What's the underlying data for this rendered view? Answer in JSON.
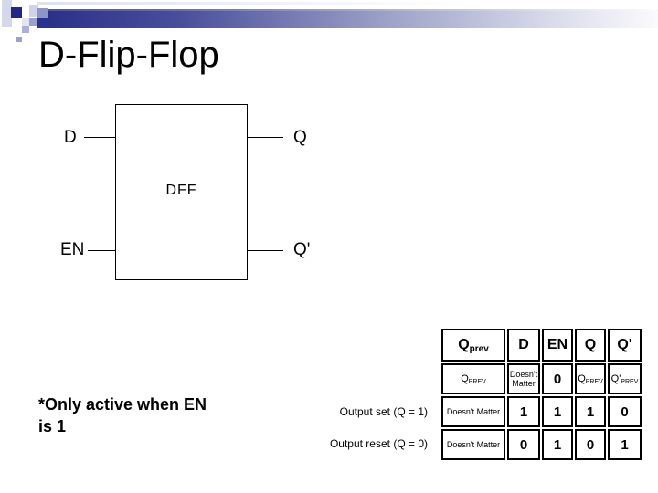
{
  "slide": {
    "title": "D-Flip-Flop",
    "background": "#ffffff"
  },
  "header_decoration": {
    "bar_color_left": "#2b3187",
    "bar_color_right": "#fbfbfd",
    "mosaic_dark": "#202788",
    "mosaic_mid": "#8d96c8",
    "mosaic_light": "#d5d7ea"
  },
  "diagram": {
    "box_label": "DFF",
    "inputs": [
      {
        "label": "D"
      },
      {
        "label": "EN"
      }
    ],
    "outputs": [
      {
        "label": "Q"
      },
      {
        "label": "Q'"
      }
    ]
  },
  "note": {
    "line1": "*Only active when EN",
    "line2": "is 1"
  },
  "captions": {
    "set": "Output set (Q = 1)",
    "reset": "Output reset (Q = 0)"
  },
  "table": {
    "header": [
      {
        "base": "Q",
        "sub": "prev"
      },
      {
        "text": "D"
      },
      {
        "text": "EN"
      },
      {
        "text": "Q"
      },
      {
        "text": "Q'"
      }
    ],
    "rows": [
      [
        {
          "base": "Q",
          "sub": "PREV"
        },
        {
          "text": "Doesn't Matter"
        },
        {
          "text": "0"
        },
        {
          "base": "Q",
          "sub": "PREV"
        },
        {
          "base": "Q'",
          "sub": "PREV"
        }
      ],
      [
        {
          "text": "Doesn't Matter"
        },
        {
          "text": "1"
        },
        {
          "text": "1"
        },
        {
          "text": "1"
        },
        {
          "text": "0"
        }
      ],
      [
        {
          "text": "Doesn't Matter"
        },
        {
          "text": "0"
        },
        {
          "text": "1"
        },
        {
          "text": "0"
        },
        {
          "text": "1"
        }
      ]
    ]
  }
}
